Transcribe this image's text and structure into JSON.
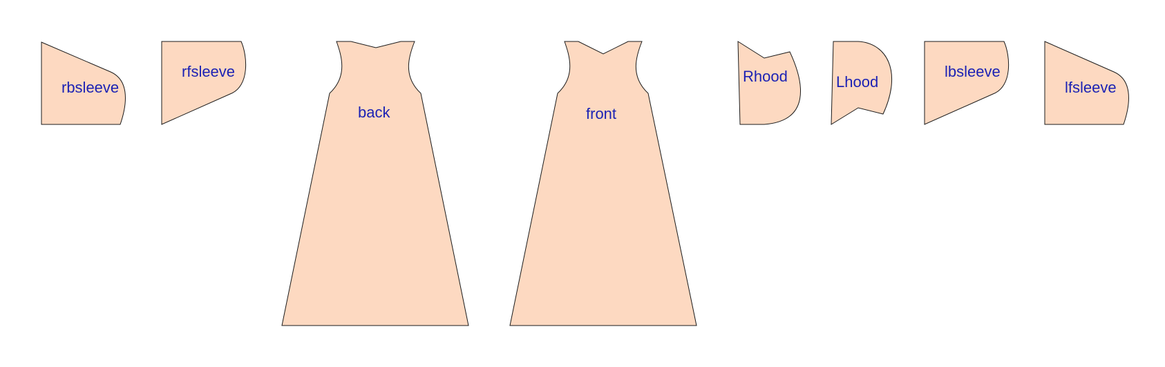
{
  "colors": {
    "piece_fill": "#fdd9c1",
    "outline": "#1a1a1a",
    "label": "#1c22b4",
    "background": "#ffffff"
  },
  "pieces": [
    {
      "id": "rbsleeve",
      "label": "rbsleeve"
    },
    {
      "id": "rfsleeve",
      "label": "rfsleeve"
    },
    {
      "id": "back",
      "label": "back"
    },
    {
      "id": "front",
      "label": "front"
    },
    {
      "id": "rhood",
      "label": "Rhood"
    },
    {
      "id": "lhood",
      "label": "Lhood"
    },
    {
      "id": "lbsleeve",
      "label": "lbsleeve"
    },
    {
      "id": "lfsleeve",
      "label": "lfsleeve"
    }
  ]
}
